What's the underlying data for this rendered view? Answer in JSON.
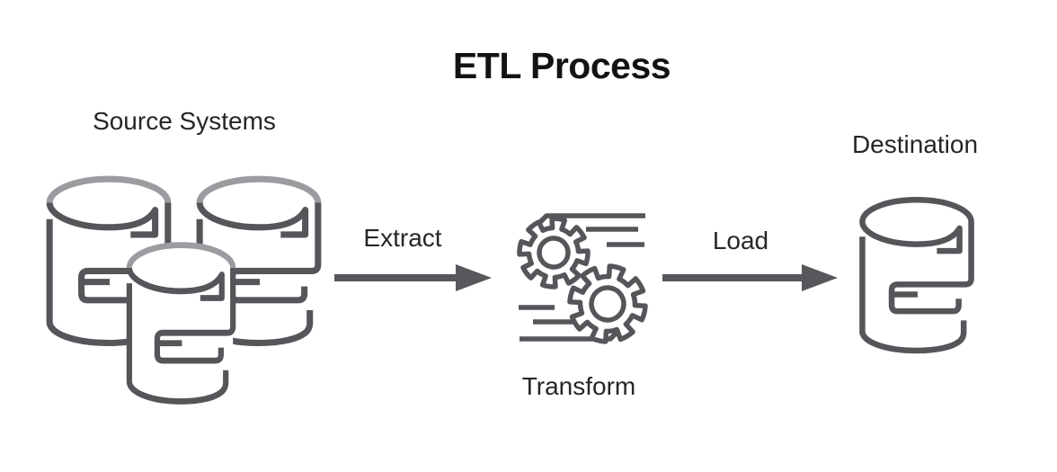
{
  "title": "ETL Process",
  "palette": {
    "icon_stroke": "#55565A",
    "icon_stroke_light": "#9C9CA0",
    "arrow_color": "#58585C",
    "title_color": "#131313",
    "label_color": "#262626",
    "background": "#FFFFFF"
  },
  "nodes": {
    "source": {
      "label": "Source Systems",
      "icon": "database-cluster-icon",
      "database_count": 3
    },
    "transform": {
      "label": "Transform",
      "icon": "gears-icon"
    },
    "destination": {
      "label": "Destination",
      "icon": "database-icon",
      "database_count": 1
    }
  },
  "edges": [
    {
      "label": "Extract",
      "from": "source",
      "to": "transform",
      "arrow_direction": "right"
    },
    {
      "label": "Load",
      "from": "transform",
      "to": "destination",
      "arrow_direction": "right"
    }
  ]
}
